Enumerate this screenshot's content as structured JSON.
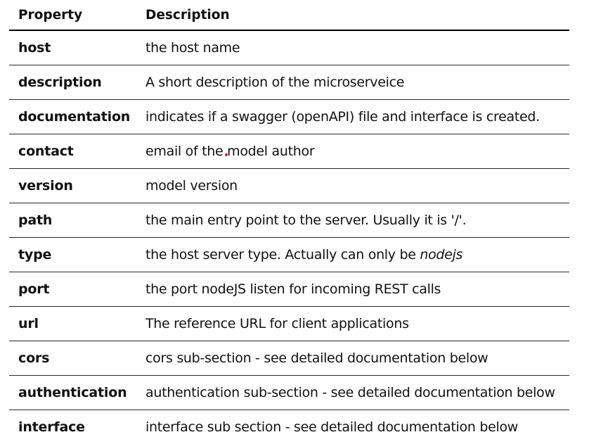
{
  "table": {
    "headers": {
      "property": "Property",
      "description": "Description"
    },
    "rows": [
      {
        "property": "host",
        "description": "the host name"
      },
      {
        "property": "description",
        "description": "A short description of the microserveice"
      },
      {
        "property": "documentation",
        "description": "indicates if a swagger (openAPI) file and interface is created."
      },
      {
        "property": "contact",
        "description": "email of the model author"
      },
      {
        "property": "version",
        "description": "model version"
      },
      {
        "property": "path",
        "description": "the main entry point to the server. Usually it is '/'."
      },
      {
        "property": "type",
        "description": "the host server type. Actually can only be ",
        "description_em": "nodejs"
      },
      {
        "property": "port",
        "description": "the port nodeJS listen for incoming REST calls"
      },
      {
        "property": "url",
        "description": "The reference URL for client applications"
      },
      {
        "property": "cors",
        "description": "cors sub-section - see detailed documentation below"
      },
      {
        "property": "authentication",
        "description": "authentication sub-section - see detailed documentation below"
      },
      {
        "property": "interface",
        "description": "interface sub section - see detailed documentation below"
      }
    ]
  },
  "colors": {
    "text": "#111111",
    "rule": "#000000",
    "cursor_dot": "#e02020"
  }
}
